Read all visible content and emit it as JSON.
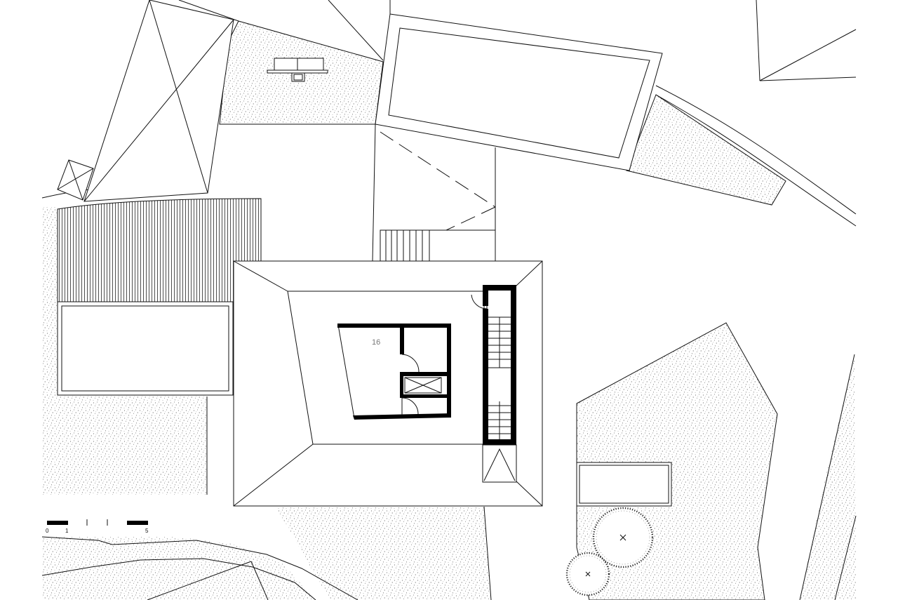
{
  "drawing": {
    "room_number": "16"
  },
  "scale_bar": {
    "labels": [
      "0",
      "1",
      "5"
    ]
  }
}
